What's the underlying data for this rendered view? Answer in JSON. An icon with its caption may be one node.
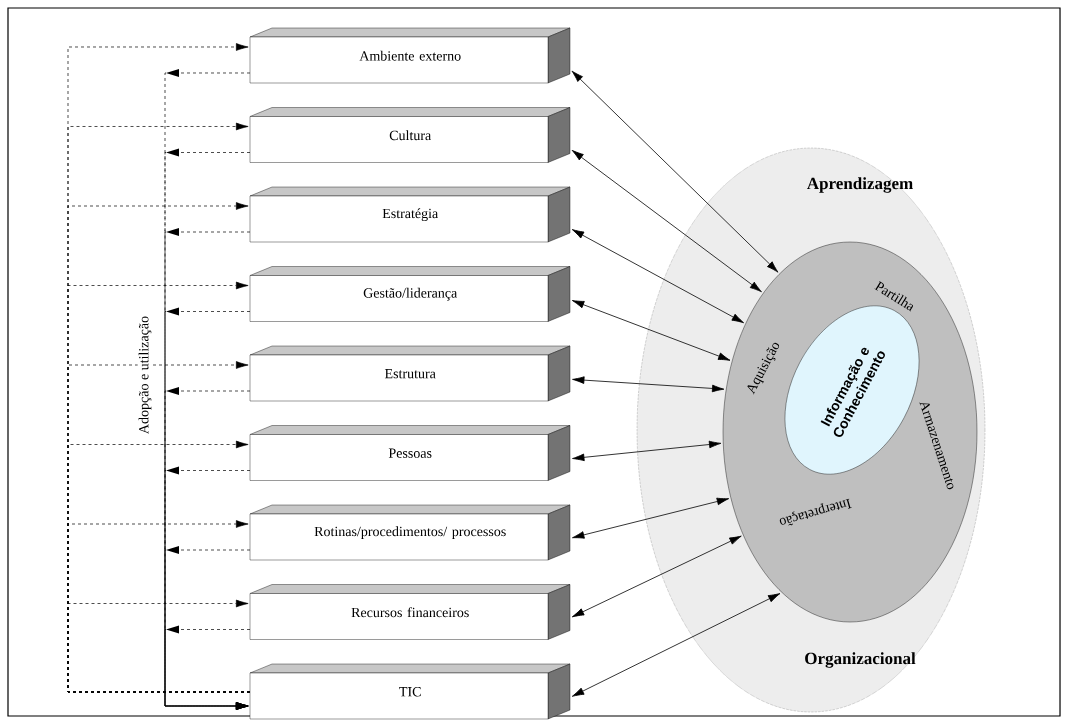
{
  "diagram": {
    "nodes": [
      {
        "text": [
          "Ambiente externo"
        ]
      },
      {
        "text": [
          "Cultura"
        ]
      },
      {
        "text": [
          "Estratégia"
        ]
      },
      {
        "text": [
          "Gestão/liderança"
        ]
      },
      {
        "text": [
          "Estrutura"
        ]
      },
      {
        "text": [
          "Pessoas"
        ]
      },
      {
        "text": [
          "Rotinas/procedimentos/ processos"
        ]
      },
      {
        "text": [
          "Recursos financeiros"
        ]
      },
      {
        "text": [
          "TIC"
        ]
      },
      {
        "text": [
          "Aprendizagem",
          "Organizacional"
        ]
      },
      {
        "text": [
          "Partilha",
          "Aquisição",
          "Armazenamento",
          "Interpretação"
        ],
        "in": 9
      },
      {
        "text": [
          "Informação e Conhecimento"
        ],
        "in": 10
      }
    ],
    "edges": [
      {
        "from": 0,
        "to": 10,
        "arrow": "both"
      },
      {
        "from": 1,
        "to": 10,
        "arrow": "both"
      },
      {
        "from": 2,
        "to": 10,
        "arrow": "both"
      },
      {
        "from": 3,
        "to": 10,
        "arrow": "both"
      },
      {
        "from": 4,
        "to": 10,
        "arrow": "both"
      },
      {
        "from": 5,
        "to": 10,
        "arrow": "both"
      },
      {
        "from": 6,
        "to": 10,
        "arrow": "both"
      },
      {
        "from": 7,
        "to": 10,
        "arrow": "both"
      },
      {
        "from": 8,
        "to": 10,
        "arrow": "both"
      },
      {
        "from": 8,
        "to": 0,
        "arrow": "to",
        "style": "dashed"
      },
      {
        "from": 8,
        "to": 1,
        "arrow": "to",
        "style": "dashed"
      },
      {
        "from": 8,
        "to": 2,
        "arrow": "to",
        "style": "dashed"
      },
      {
        "from": 8,
        "to": 3,
        "arrow": "to",
        "style": "dashed"
      },
      {
        "from": 8,
        "to": 4,
        "arrow": "to",
        "style": "dashed"
      },
      {
        "from": 8,
        "to": 5,
        "arrow": "to",
        "style": "dashed"
      },
      {
        "from": 8,
        "to": 6,
        "arrow": "to",
        "style": "dashed"
      },
      {
        "from": 8,
        "to": 7,
        "arrow": "to",
        "style": "dashed"
      },
      {
        "from": 0,
        "to": 8,
        "arrow": "to",
        "style": "dashed"
      },
      {
        "from": 1,
        "to": 8,
        "arrow": "to",
        "style": "dashed"
      },
      {
        "from": 2,
        "to": 8,
        "arrow": "to",
        "style": "dashed"
      },
      {
        "from": 3,
        "to": 8,
        "arrow": "to",
        "style": "dashed"
      },
      {
        "from": 4,
        "to": 8,
        "arrow": "to",
        "style": "dashed"
      },
      {
        "from": 5,
        "to": 8,
        "arrow": "to",
        "style": "dashed"
      },
      {
        "from": 6,
        "to": 8,
        "arrow": "to",
        "style": "dashed"
      },
      {
        "from": 7,
        "to": 8,
        "arrow": "to",
        "style": "dashed"
      }
    ],
    "labels": [
      "Adopção e utilização"
    ]
  }
}
